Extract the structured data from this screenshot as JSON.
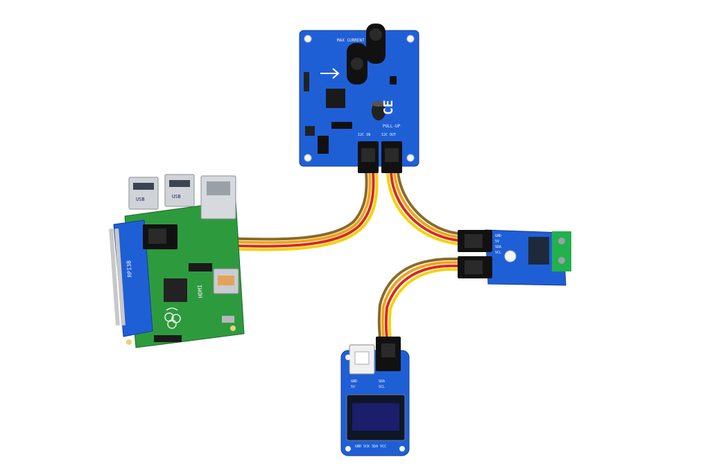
{
  "boards": {
    "current_monitor": {
      "title_silk": "MAX CURRENT",
      "pullup_silk": "PULL-UP",
      "i2c_silk": "I2C IN",
      "i2c_out_silk": "I2C OUT",
      "logo": "CE"
    },
    "raspberry_pi": {
      "hdmi_silk": "HDMI",
      "hat_silk": "RPI3B",
      "usb_silk_1": "USB",
      "usb_silk_2": "USB"
    },
    "relay_board": {
      "pins_silk": [
        "GND",
        "5V",
        "SDA",
        "SCL"
      ]
    },
    "oled_board": {
      "pins_silk": [
        "GND",
        "5V",
        "SDA",
        "SCL"
      ],
      "bottom_silk": "GND SCK SDA VCC"
    }
  },
  "colors": {
    "pcb_blue": "#1f5fd6",
    "pcb_green": "#2e9a3e",
    "cable_red": "#d92a1a",
    "cable_orange": "#f2a516",
    "cable_yellow": "#f4d20c",
    "cable_brown": "#8a6a2a"
  }
}
